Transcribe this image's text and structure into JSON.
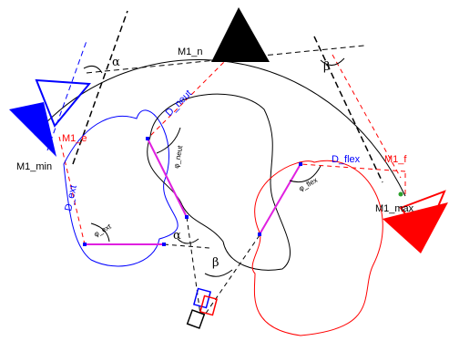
{
  "labels": {
    "m1_n": "M1_n",
    "m1_min": "M1_min",
    "m1_e": "M1_e",
    "m1_f": "M1_f",
    "m1_max": "M1_max",
    "d_neut": "D_neut",
    "d_ext": "D_ext",
    "d_flex": "D_flex",
    "phi_neut": "φ_neut",
    "phi_ext": "φ_ext",
    "phi_flex": "φ_flex",
    "alpha_top": "α",
    "alpha_mid": "α",
    "beta_top": "β",
    "beta_mid": "β"
  },
  "colors": {
    "neutral": "#000000",
    "extension": "#0000ff",
    "flexion": "#ff0000",
    "segment": "#e020e0",
    "ground_point": "#2ca02c"
  }
}
